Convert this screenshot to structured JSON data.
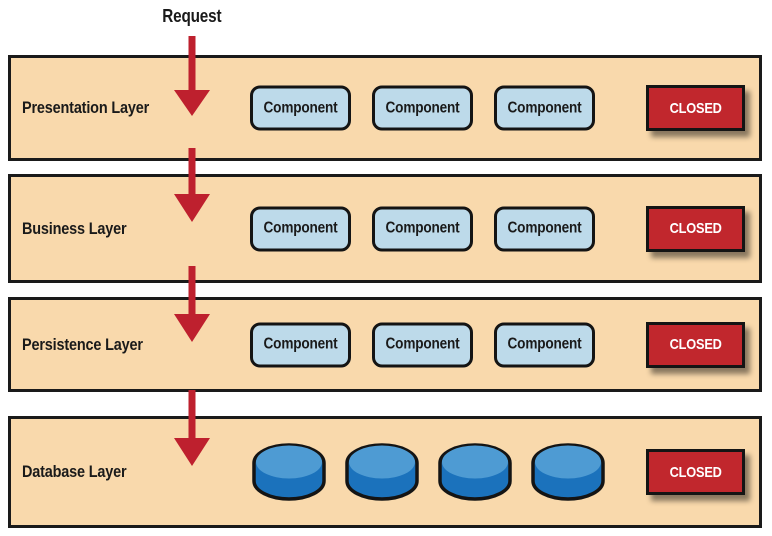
{
  "request_label": "Request",
  "layers": [
    {
      "label": "Presentation Layer",
      "components": [
        "Component",
        "Component",
        "Component"
      ],
      "badge": "CLOSED"
    },
    {
      "label": "Business Layer",
      "components": [
        "Component",
        "Component",
        "Component"
      ],
      "badge": "CLOSED"
    },
    {
      "label": "Persistence Layer",
      "components": [
        "Component",
        "Component",
        "Component"
      ],
      "badge": "CLOSED"
    },
    {
      "label": "Database Layer",
      "databases": 4,
      "badge": "CLOSED"
    }
  ],
  "icons": {
    "arrow": "down-arrow-icon",
    "database": "database-cylinder-icon"
  },
  "colors": {
    "layer_background": "#F9D9AC",
    "layer_border": "#1A1A1A",
    "component_background": "#BDDAEA",
    "closed_background": "#C1272D",
    "closed_text": "#FFFFFF",
    "arrow_red": "#BE202E",
    "database_top": "#4E9BD3",
    "database_body": "#1B72BC"
  }
}
